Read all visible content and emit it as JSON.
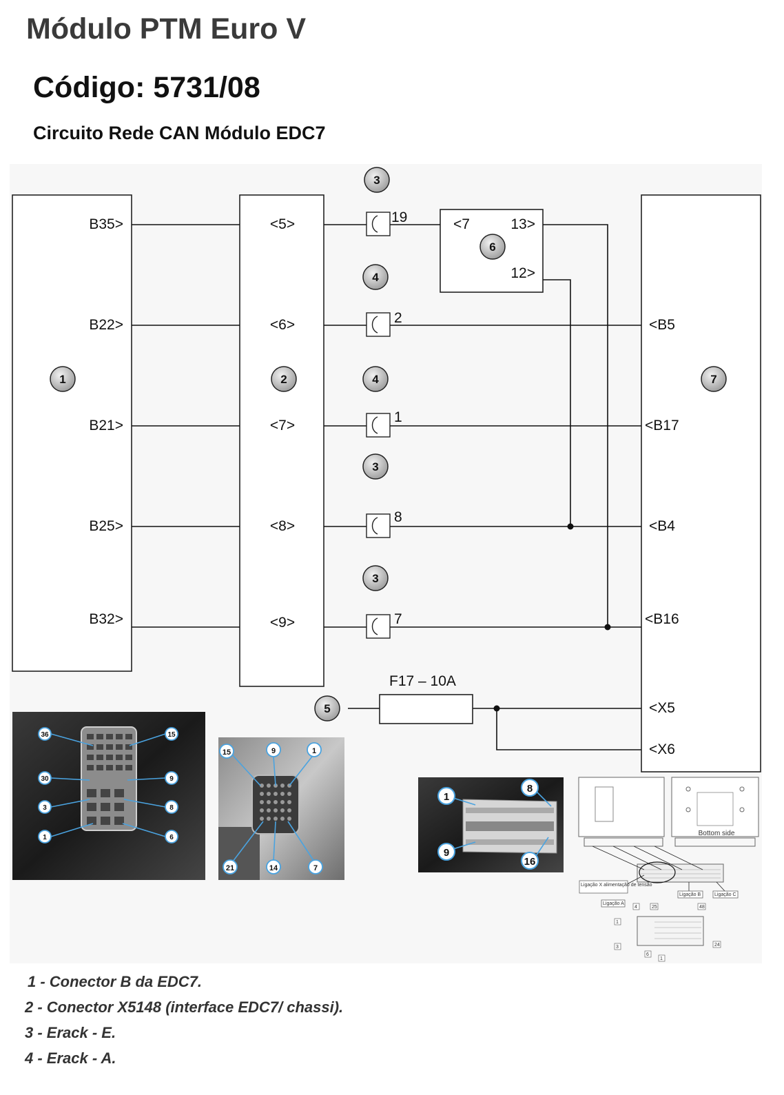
{
  "header": {
    "title": "Módulo PTM Euro V",
    "code": "Código: 5731/08",
    "subtitle": "Circuito Rede CAN Módulo EDC7"
  },
  "diagram": {
    "module1_pins": [
      "B35>",
      "B22>",
      "B21>",
      "B25>",
      "B32>"
    ],
    "module2_pins": [
      "<5>",
      "<6>",
      "<7>",
      "<8>",
      "<9>"
    ],
    "module7_pins": [
      "<B5",
      "<B17",
      "<B4",
      "<B16",
      "<X5",
      "<X6"
    ],
    "erack_pins": [
      "19",
      "2",
      "1",
      "8",
      "7"
    ],
    "module6_pins": [
      "<7",
      "13>",
      "12>"
    ],
    "fuse_label": "F17 – 10A",
    "callouts": [
      "1",
      "2",
      "3",
      "4",
      "4",
      "3",
      "3",
      "5",
      "6",
      "7"
    ]
  },
  "photos": {
    "photo_a_numbers": [
      "36",
      "15",
      "30",
      "9",
      "3",
      "8",
      "1",
      "6"
    ],
    "photo_b_numbers": [
      "15",
      "9",
      "1",
      "21",
      "14",
      "7"
    ],
    "photo_c_numbers": [
      "1",
      "8",
      "9",
      "16"
    ],
    "photo_d_text": {
      "bottom_side": "Bottom side",
      "ligacao_x": "Ligação X alimentação de tensão",
      "ligacao_a": "Ligação A",
      "ligacao_b": "Ligação B",
      "ligacao_c": "Ligação C",
      "pin_numbers": [
        "4",
        "25",
        "48",
        "1",
        "3",
        "6",
        "1",
        "24"
      ]
    }
  },
  "legend": [
    "1 - Conector B da EDC7.",
    "2 - Conector X5148 (interface EDC7/ chassi).",
    "3 - Erack - E.",
    "4 - Erack - A."
  ]
}
